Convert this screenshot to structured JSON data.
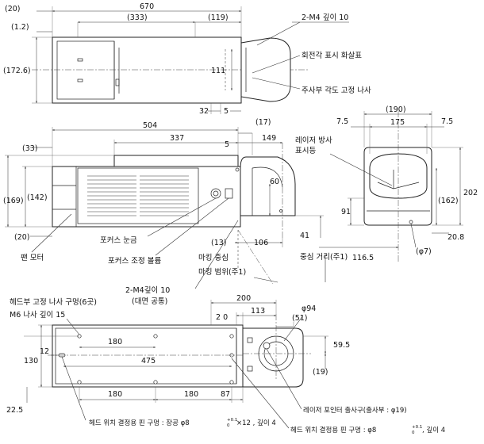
{
  "dimensions": {
    "top_total_width": "670",
    "top_offset_left": "(20)",
    "top_inner_span": "(333)",
    "top_right_span": "(119)",
    "top_small_offset": "(1.2)",
    "top_height": "(172.6)",
    "top_mid_height": "111",
    "top_bottom_32": "32",
    "top_bottom_5": "5",
    "side_504": "504",
    "side_337": "337",
    "side_17": "(17)",
    "side_5": "5",
    "side_149": "149",
    "side_33": "(33)",
    "side_169": "(169)",
    "side_142": "(142)",
    "side_20": "(20)",
    "side_60": "60",
    "side_13": "(13)",
    "side_106": "106",
    "side_41": "41",
    "front_190": "(190)",
    "front_175": "175",
    "front_7_5_left": "7.5",
    "front_7_5_right": "7.5",
    "front_202": "202",
    "front_162": "(162)",
    "front_91": "91",
    "front_20_8": "20.8",
    "front_116_5": "116.5",
    "front_phi7": "(φ7)",
    "bottom_200": "200",
    "bottom_20": "2 0",
    "bottom_113": "113",
    "bottom_51": "(51)",
    "bottom_phi94": "φ94",
    "bottom_59_5": "59.5",
    "bottom_19": "(19)",
    "bottom_12": "12",
    "bottom_475": "475",
    "bottom_130": "130",
    "bottom_180a": "180",
    "bottom_180b": "180",
    "bottom_180c": "180",
    "bottom_87": "87",
    "bottom_22_5": "22.5"
  },
  "callouts": {
    "tap_2m4_depth10": "2-M4 깊이 10",
    "rotation_angle_arrow": "회전각 표시 화살표",
    "scan_angle_screw": "주사부 각도 고정 나사",
    "laser_emission_indicator_1": "레이저 방사",
    "laser_emission_indicator_2": "표시등",
    "focus_scale": "포커스 눈금",
    "fan_motor": "팬 모터",
    "focus_knob": "포커스 조정 볼륨",
    "marking_center": "마킹 중심",
    "marking_range": "마킹 범위(주1)",
    "center_distance": "중심 거리(주1)",
    "tap_2m4_opposite": "2-M4깊이 10",
    "tap_2m4_opposite_note": "(대면 공통)",
    "head_screw_holes": "헤드부 고정 나사 구멍(6곳)",
    "head_screw_holes_spec": "M6 나사 깊이 15",
    "laser_pointer_exit": "레이저 포인터 출사구(출사부 : φ19)",
    "pin_hole_slot": "헤드 위치 결정용 핀 구멍 : 장공 φ8",
    "pin_hole_slot_tol": "+0.1",
    "pin_hole_slot_tol2": "0",
    "pin_hole_slot_tail": "×12 , 깊이 4",
    "pin_hole_round": "헤드 위치 결정용 핀 구멍 : φ8",
    "pin_hole_round_tol": "+0.1",
    "pin_hole_round_tol2": "0",
    "pin_hole_round_tail": ", 깊이 4"
  }
}
